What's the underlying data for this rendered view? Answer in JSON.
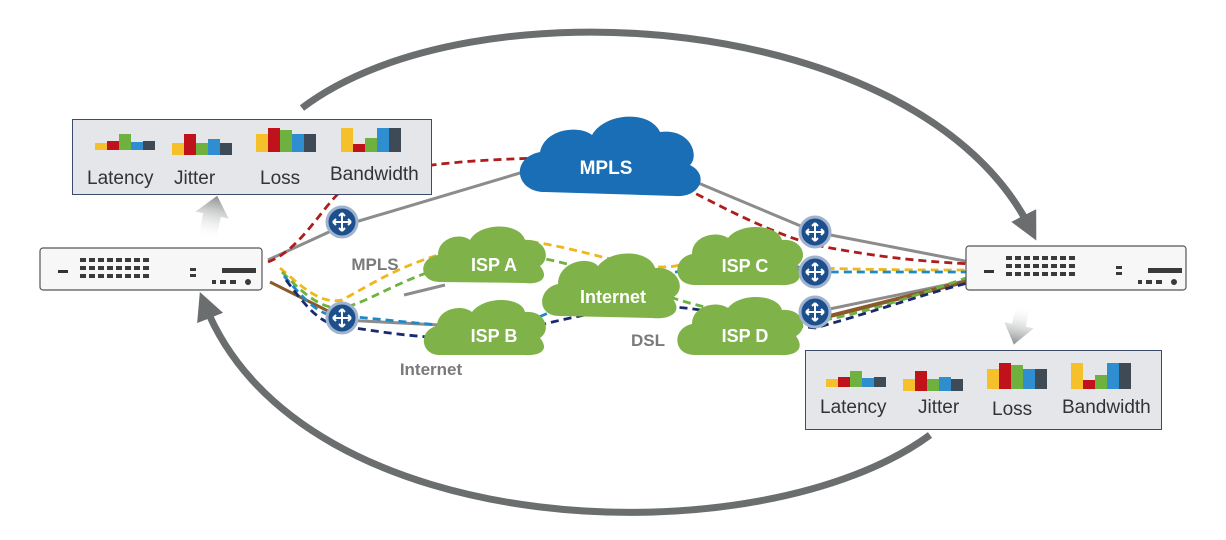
{
  "colors": {
    "mpls_cloud": "#1a6eb5",
    "isp_cloud": "#7fb34a",
    "loop_arrow": "#6b6e6f",
    "router_fill": "#1c4f8c",
    "path_red": "#b01c1c",
    "path_yellow": "#f0b71a",
    "path_green": "#6cb33f",
    "path_blue": "#1d8ac6",
    "path_navy": "#1a2a6c",
    "path_brown": "#8b5a2b",
    "path_gray": "#8c8c8c"
  },
  "clouds": {
    "mpls": "MPLS",
    "isp_a": "ISP A",
    "isp_b": "ISP B",
    "isp_c": "ISP C",
    "isp_d": "ISP D",
    "internet": "Internet"
  },
  "labels": {
    "mpls": "MPLS",
    "internet": "Internet",
    "dsl": "DSL"
  },
  "metrics_left": {
    "latency": "Latency",
    "jitter": "Jitter",
    "loss": "Loss",
    "bandwidth": "Bandwidth"
  },
  "metrics_right": {
    "latency": "Latency",
    "jitter": "Jitter",
    "loss": "Loss",
    "bandwidth": "Bandwidth"
  },
  "bar_colors": [
    "#f5c02a",
    "#c0121a",
    "#6fb13f",
    "#2f8ed0",
    "#3f4a57"
  ],
  "icons": {
    "router": "router-icon",
    "appliance": "network-appliance-icon",
    "arrow": "curved-arrow-icon"
  }
}
